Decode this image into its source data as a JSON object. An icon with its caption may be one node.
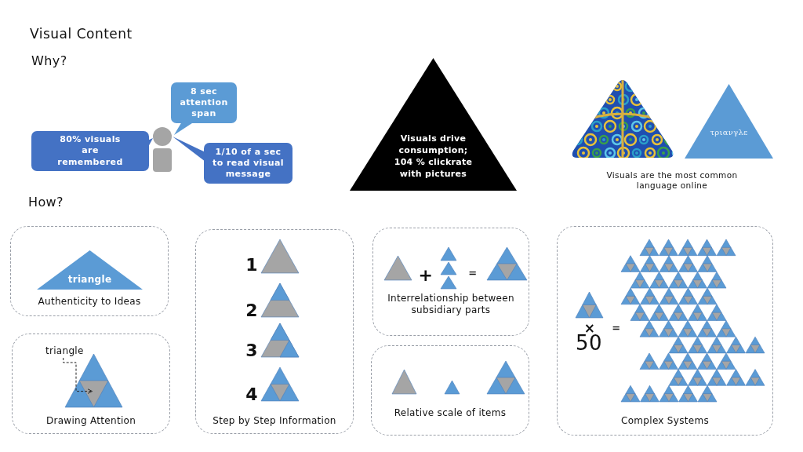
{
  "diagram": {
    "title": "Visual Content",
    "nodes": [
      {
        "text": [
          "80% visuals are remembered"
        ]
      },
      {
        "text": [
          "8 sec attention span"
        ]
      },
      {
        "text": [
          "1/10 of a sec to read visual message"
        ]
      },
      {
        "text": [
          "Visuals drive consumption; 104 % clickrate with pictures"
        ]
      },
      {
        "text": [],
        "shape": "picture"
      },
      {
        "text": [
          "τριανγλε"
        ]
      },
      {
        "text": [
          "Authenticity to Ideas"
        ]
      },
      {
        "text": [
          "triangle"
        ],
        "in": 6
      },
      {
        "text": [
          "Drawing Attention"
        ]
      },
      {
        "text": [
          "triangle"
        ],
        "in": 8
      },
      {
        "text": [],
        "shape": "triangle",
        "in": 8
      },
      {
        "text": [
          "Step by Step Information"
        ]
      },
      {
        "text": [
          "Interrelationship between subsidiary parts"
        ]
      },
      {
        "text": [
          "Relative scale of items"
        ]
      },
      {
        "text": [
          "Complex Systems"
        ]
      }
    ],
    "edges": [
      {
        "from": 9,
        "to": 10,
        "arrow": "to",
        "style": "dashed"
      }
    ],
    "labels": [
      "Why?",
      "Visuals are the most common language online",
      "How?",
      "1",
      "2",
      "3",
      "4",
      "+",
      "=",
      "×",
      "50",
      "="
    ]
  }
}
